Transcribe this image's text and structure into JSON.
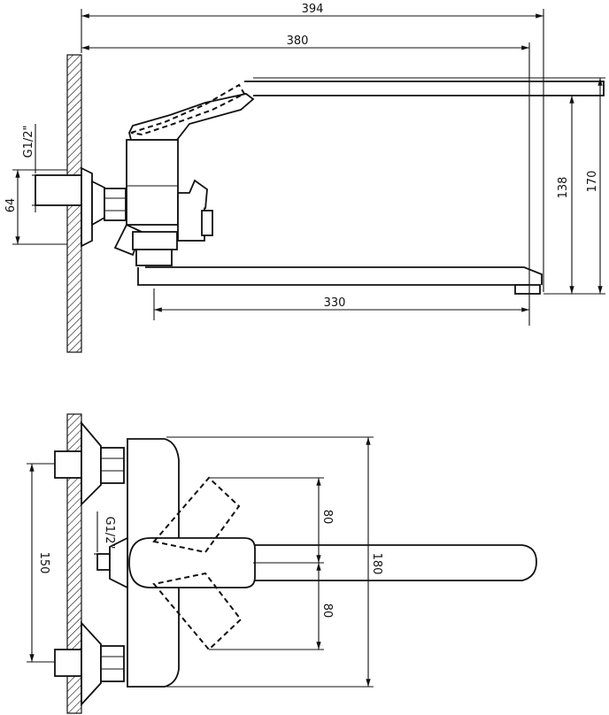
{
  "dimensions": {
    "overall_length": "394",
    "wall_to_spout_axis": "380",
    "spout_length": "330",
    "height_top": "170",
    "height_spout": "138",
    "eccentric_height": "64",
    "thread_top": "G1/2\"",
    "centre_distance": "150",
    "handle_swing_upper": "80",
    "handle_swing_lower": "80",
    "body_height": "180",
    "thread_bottom": "G1/2\""
  }
}
